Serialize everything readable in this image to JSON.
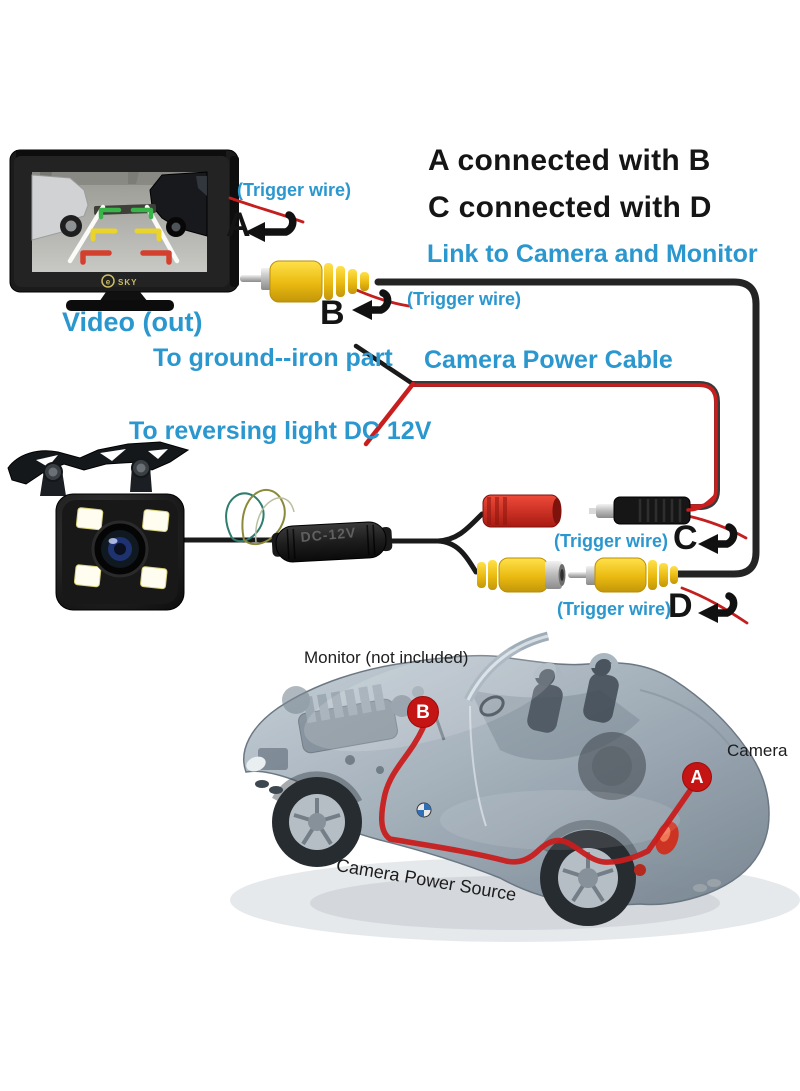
{
  "palette": {
    "accent_blue": "#2b97cf",
    "wire_red": "#c81e1e",
    "rca_yellow": "#f2c61b",
    "connector_red": "#d23327",
    "marker_red": "#c41414",
    "text_black": "#151515"
  },
  "notes": {
    "line1": "A connected with B",
    "line2": "C connected with D",
    "link": "Link to Camera and Monitor"
  },
  "monitor": {
    "caption": "Video (out)",
    "brand_initial": "e",
    "brand_rest": "SKY"
  },
  "labels": {
    "trigger": "(Trigger wire)",
    "ground": "To ground--iron part",
    "power_cable": "Camera Power Cable",
    "reversing": "To reversing light DC 12V",
    "dc_module": "DC-12V"
  },
  "markers": {
    "a": "A",
    "b": "B",
    "c": "C",
    "d": "D"
  },
  "car": {
    "monitor_note": "Monitor (not included)",
    "camera": "Camera",
    "power_source": "Camera Power Source",
    "point_a": "A",
    "point_b": "B"
  }
}
